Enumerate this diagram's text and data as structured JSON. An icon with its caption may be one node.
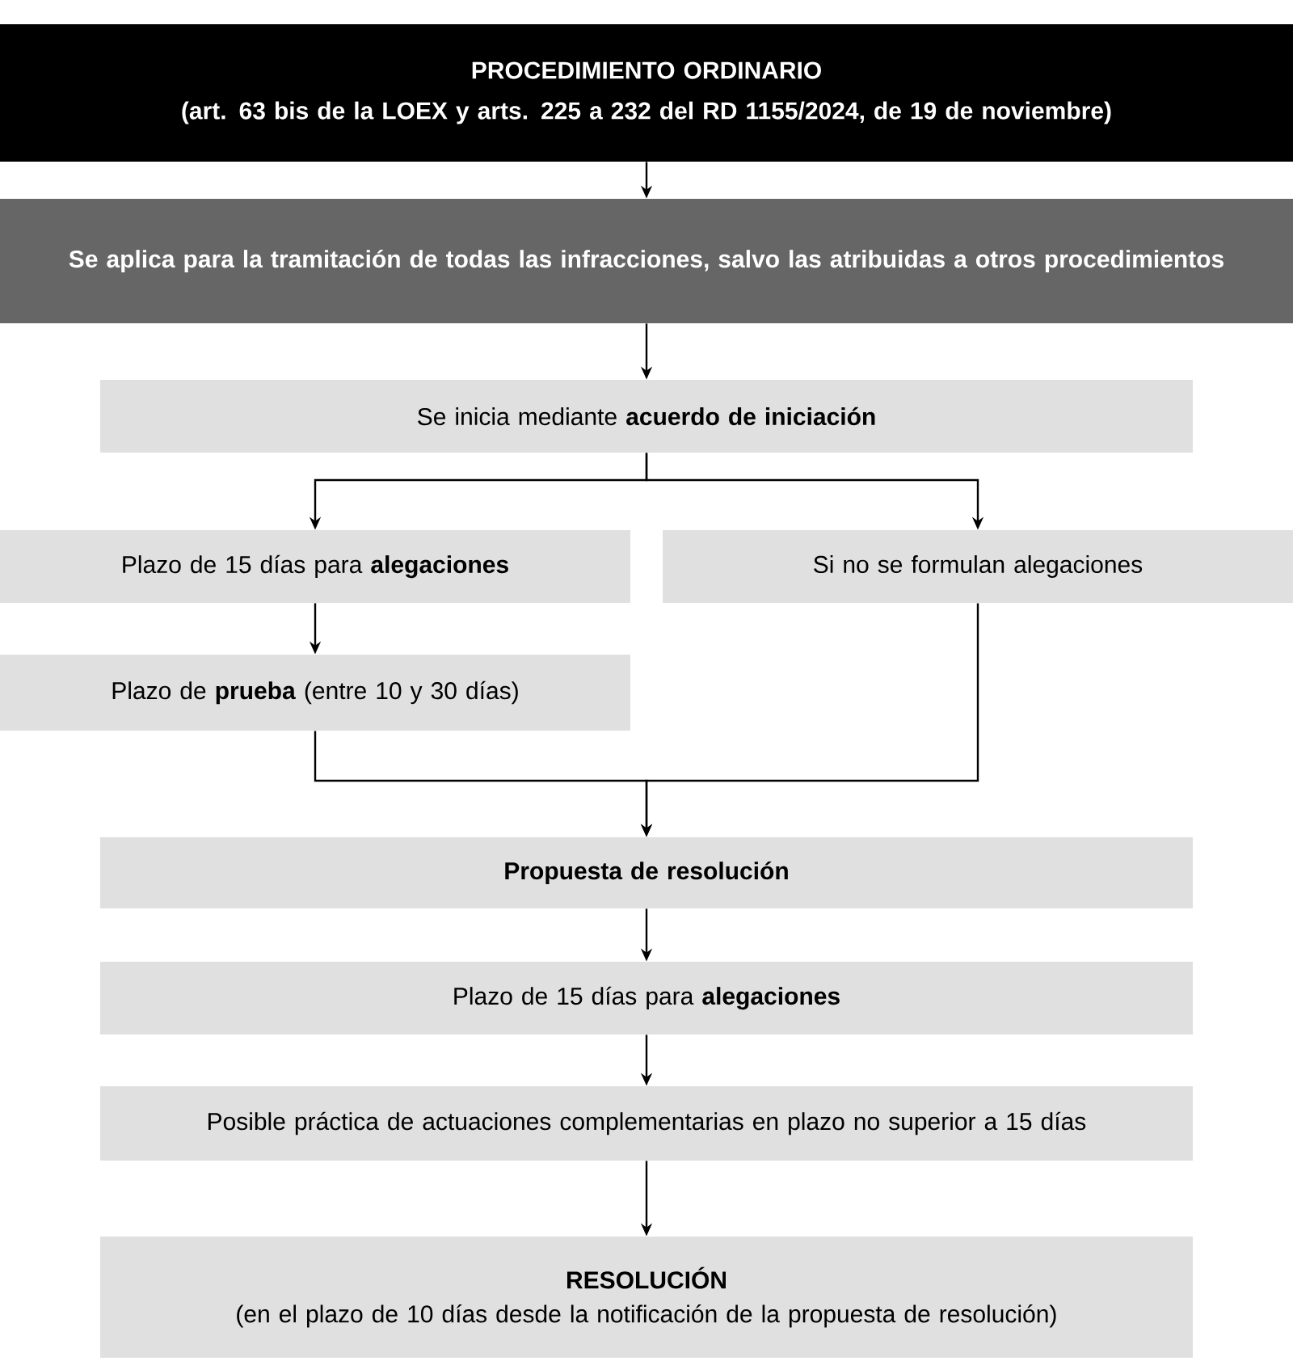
{
  "diagram": {
    "nodes": [
      {
        "text": [
          "PROCEDIMIENTO ORDINARIO",
          "(art. 63 bis de la LOEX y arts. 225 a 232 del RD 1155/2024, de 19 de noviembre)"
        ]
      },
      {
        "text": [
          "Se aplica para la tramitación de todas las infracciones, salvo las atribuidas a otros procedimientos"
        ]
      },
      {
        "text": [
          "Se inicia mediante **acuerdo de iniciación**"
        ]
      },
      {
        "text": [
          "Plazo de 15 días para **alegaciones**"
        ]
      },
      {
        "text": [
          "Si no se formulan alegaciones"
        ]
      },
      {
        "text": [
          "Plazo de **prueba** (entre 10 y 30 días)"
        ]
      },
      {
        "text": [
          "Propuesta de resolución"
        ]
      },
      {
        "text": [
          "Plazo de 15 días para **alegaciones**"
        ]
      },
      {
        "text": [
          "Posible práctica de actuaciones complementarias en plazo no superior a 15 días"
        ]
      },
      {
        "text": [
          "RESOLUCIÓN",
          "(en el plazo de 10 días desde la notificación de la propuesta de resolución)"
        ]
      }
    ],
    "edges": [
      {
        "from": 0,
        "to": 1,
        "arrow": "to"
      },
      {
        "from": 1,
        "to": 2,
        "arrow": "to"
      },
      {
        "from": 2,
        "to": 3,
        "arrow": "to"
      },
      {
        "from": 2,
        "to": 4,
        "arrow": "to"
      },
      {
        "from": 3,
        "to": 5,
        "arrow": "to"
      },
      {
        "from": 5,
        "to": 6,
        "arrow": "to"
      },
      {
        "from": 4,
        "to": 6,
        "arrow": "to"
      },
      {
        "from": 6,
        "to": 7,
        "arrow": "to"
      },
      {
        "from": 7,
        "to": 8,
        "arrow": "to"
      },
      {
        "from": 8,
        "to": 9,
        "arrow": "to"
      }
    ]
  }
}
